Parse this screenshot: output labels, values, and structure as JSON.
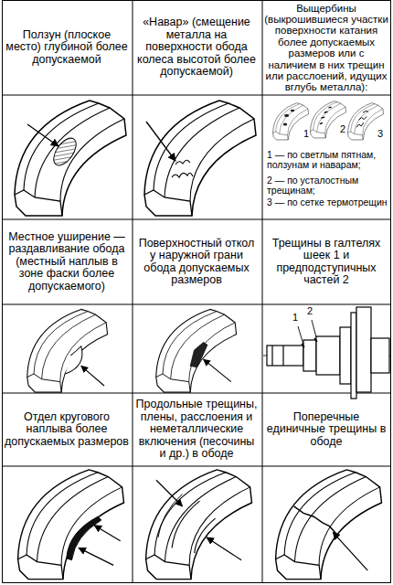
{
  "diagram": {
    "labels": [
      "Ползун (плоское место) глубиной более допускаемой",
      "«Навар» (смещение металла на поверхности обода колеса высотой более допускаемой)",
      "Выщербины (выкрошившиеся участки поверхности катания более допускаемых размеров или с наличием в них трещин или расслоений, идущих вглубь металла):",
      "1",
      "2",
      "3",
      "1 — по светлым пятнам, ползунам и наварам;",
      "2 — по усталостным трещинам;",
      "3 — по сетке термотрещин",
      "Местное уширение — раздавливание обода (местный наплыв в зоне фаски более допускаемого)",
      "Поверхностный откол у наружной грани обода допускаемых размеров",
      "Трещины в галтелях шеек 1 и предподступичных частей 2",
      "1",
      "2",
      "Отдел кругового наплыва более допускаемых размеров",
      "Продольные трещины, плены, расслоения и неметаллические включения (песочины и др.) в ободе",
      "Поперечные единичные трещины в ободе"
    ]
  }
}
